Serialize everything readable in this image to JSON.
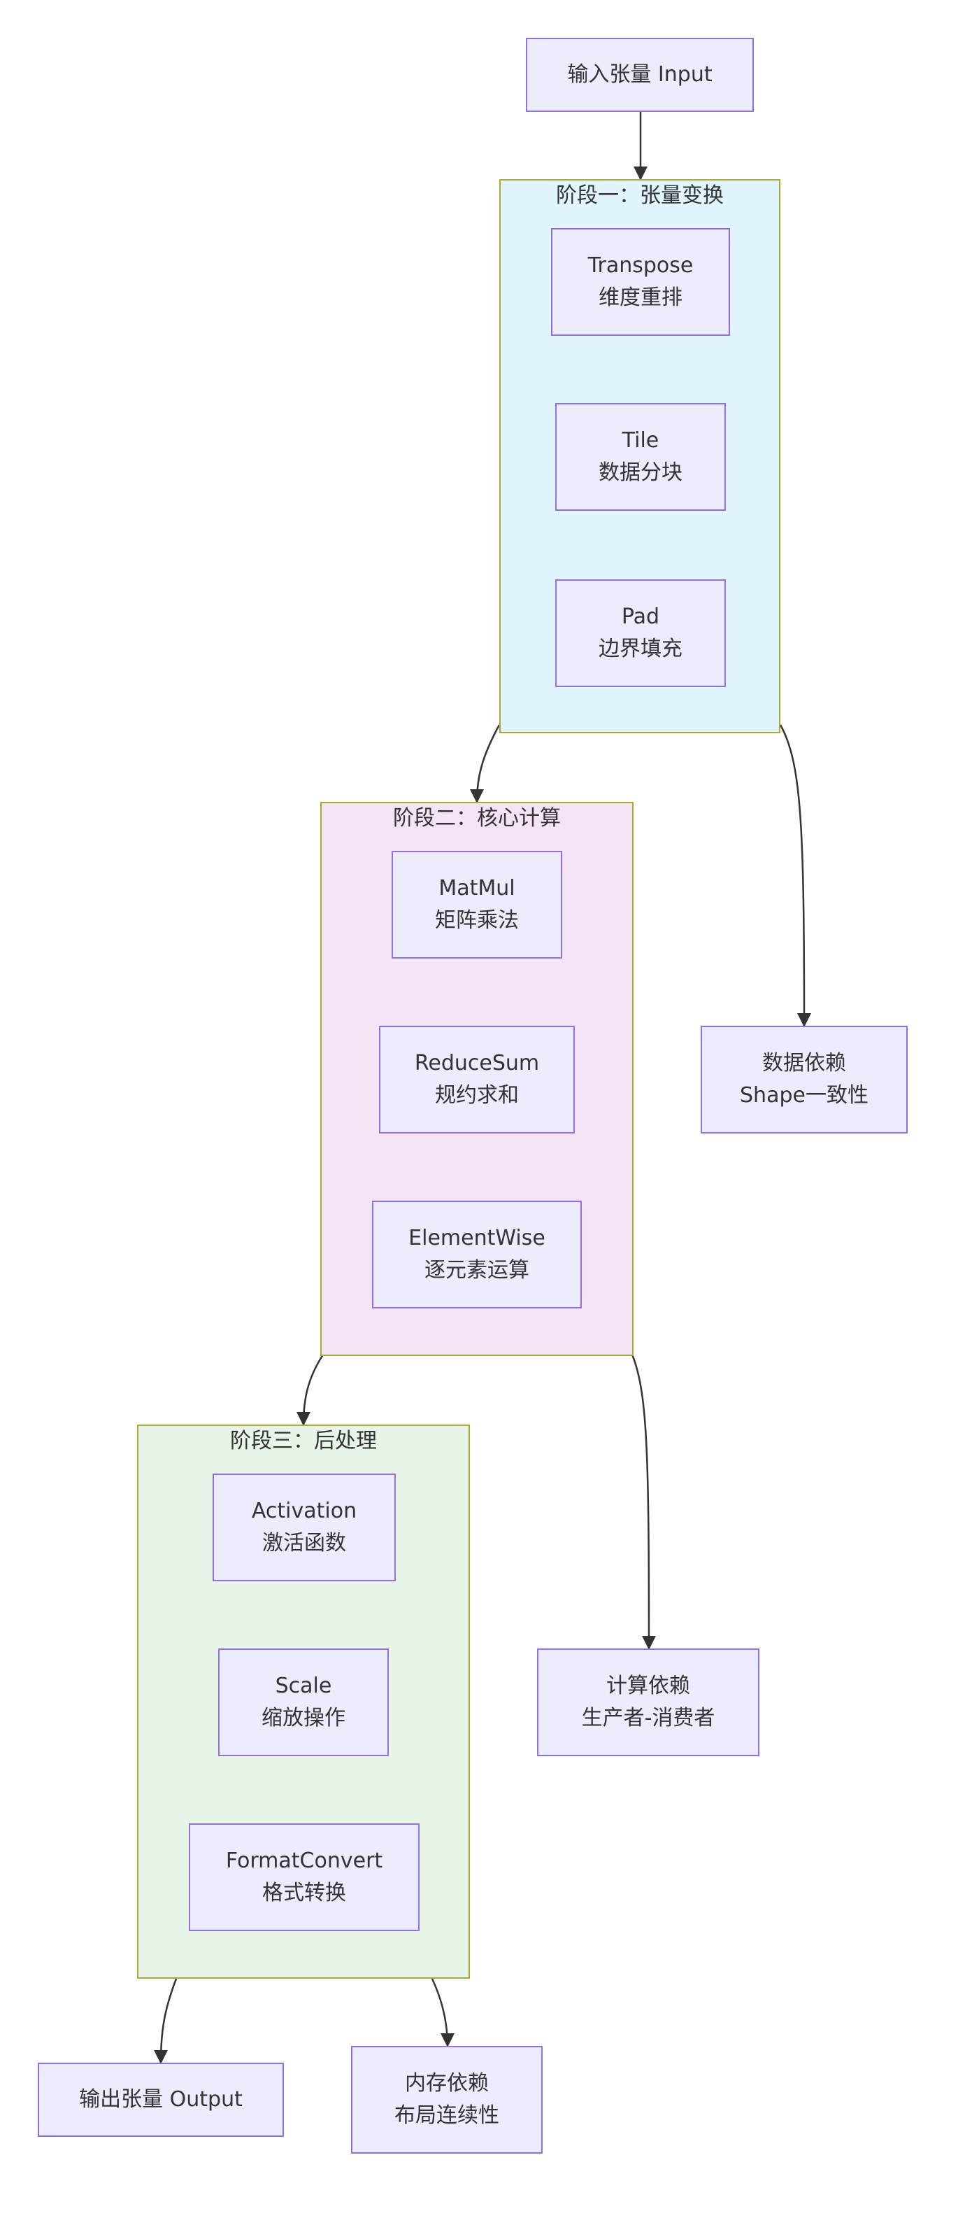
{
  "colors": {
    "node_fill": "#ececff",
    "node_border": "#9370db",
    "cluster_border": "#aaaa33",
    "stage1_fill": "#e1f5fe",
    "stage2_fill": "#f3e5f5",
    "stage3_fill": "#e8f5e9",
    "edge": "#333333"
  },
  "input": {
    "label": "输入张量 Input"
  },
  "output": {
    "label": "输出张量 Output"
  },
  "stage1": {
    "title": "阶段一：张量变换",
    "nodes": [
      {
        "line1": "Transpose",
        "line2": "维度重排"
      },
      {
        "line1": "Tile",
        "line2": "数据分块"
      },
      {
        "line1": "Pad",
        "line2": "边界填充"
      }
    ]
  },
  "stage2": {
    "title": "阶段二：核心计算",
    "nodes": [
      {
        "line1": "MatMul",
        "line2": "矩阵乘法"
      },
      {
        "line1": "ReduceSum",
        "line2": "规约求和"
      },
      {
        "line1": "ElementWise",
        "line2": "逐元素运算"
      }
    ]
  },
  "stage3": {
    "title": "阶段三：后处理",
    "nodes": [
      {
        "line1": "Activation",
        "line2": "激活函数"
      },
      {
        "line1": "Scale",
        "line2": "缩放操作"
      },
      {
        "line1": "FormatConvert",
        "line2": "格式转换"
      }
    ]
  },
  "dependencies": {
    "data": {
      "line1": "数据依赖",
      "line2": "Shape一致性"
    },
    "compute": {
      "line1": "计算依赖",
      "line2": "生产者-消费者"
    },
    "memory": {
      "line1": "内存依赖",
      "line2": "布局连续性"
    }
  }
}
